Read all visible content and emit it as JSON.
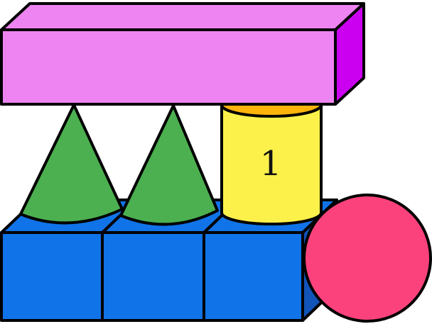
{
  "scene": {
    "description": "toy building blocks illustration",
    "background_color": "#ffffff",
    "outline_color": "#000000",
    "colors": {
      "prism_front": "#EE84F2",
      "prism_top": "#EE84F2",
      "prism_side": "#CC00F0",
      "cone": "#4CB050",
      "cube_front": "#1173E8",
      "cube_top": "#1173E8",
      "cube_side": "#1254B8",
      "cylinder_body": "#FCF14B",
      "cylinder_top": "#FFB30D",
      "sphere": "#FC427C",
      "label_text": "#111111"
    },
    "cylinder": {
      "label": "1"
    },
    "shapes": [
      {
        "name": "rectangular-prism",
        "color": "violet",
        "count": 1
      },
      {
        "name": "cone",
        "color": "green",
        "count": 2
      },
      {
        "name": "cylinder",
        "color": "yellow",
        "count": 1,
        "label": "1"
      },
      {
        "name": "cube",
        "color": "blue",
        "count": 3
      },
      {
        "name": "sphere",
        "color": "pink",
        "count": 1
      }
    ]
  }
}
